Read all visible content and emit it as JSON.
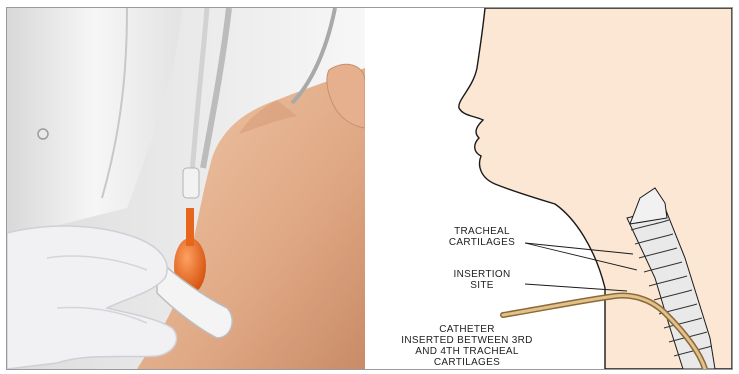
{
  "diagram": {
    "labels": {
      "tracheal_cartilages_1": "TRACHEAL",
      "tracheal_cartilages_2": "CARTILAGES",
      "insertion_site_1": "INSERTION",
      "insertion_site_2": "SITE",
      "catheter_1": "CATHETER",
      "catheter_2": "INSERTED BETWEEN 3RD",
      "catheter_3": "AND 4TH TRACHEAL",
      "catheter_4": "CARTILAGES"
    }
  },
  "colors": {
    "skin_photo": "#e8b99a",
    "skin_diagram": "#fbe7d4",
    "catheter_orange": "#e8651c",
    "glove": "#efeff2",
    "coat": "#f1f1f1"
  }
}
